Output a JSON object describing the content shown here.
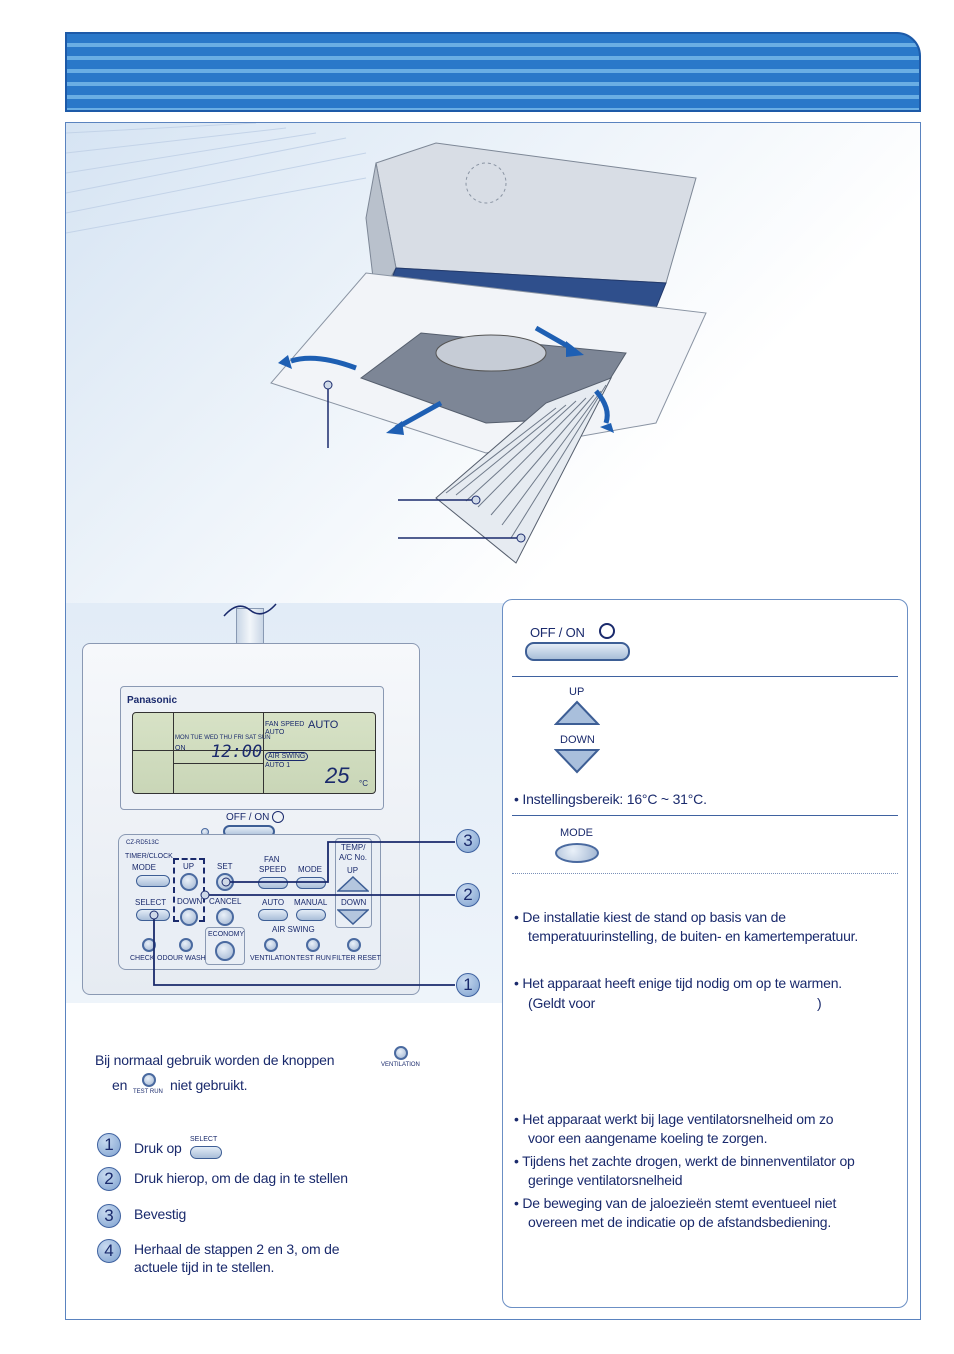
{
  "remote": {
    "brand": "Panasonic",
    "model": "CZ-RD513C",
    "lcd": {
      "days": "MON TUE WED THU  FRI  SAT  SUN",
      "on": "ON",
      "time": "12:00",
      "fan_speed": "FAN SPEED",
      "fan_auto": "AUTO",
      "mode_auto": "AUTO",
      "air_swing": "AIR SWING",
      "air_swing_val": "AUTO 1",
      "temp": "25",
      "unit": "°C"
    },
    "off_on": "OFF / ON",
    "timer_clock": "TIMER/CLOCK",
    "mode": "MODE",
    "select": "SELECT",
    "up": "UP",
    "down": "DOWN",
    "set": "SET",
    "cancel": "CANCEL",
    "fan": "FAN",
    "speed": "SPEED",
    "mode2": "MODE",
    "auto": "AUTO",
    "manual": "MANUAL",
    "air_swing": "AIR SWING",
    "temp": "TEMP/",
    "ac_no": "A/C No.",
    "temp_up": "UP",
    "temp_down": "DOWN",
    "economy": "ECONOMY",
    "check": "CHECK",
    "odour_wash": "ODOUR WASH",
    "ventilation": "VENTILATION",
    "test_run": "TEST RUN",
    "filter_reset": "FILTER RESET"
  },
  "callouts": [
    "3",
    "2",
    "1"
  ],
  "left_notes": {
    "bullet_line1": "Bij normaal gebruik worden de knoppen",
    "ventilation_small": "VENTILATION",
    "bullet_line2_a": "en",
    "test_run_small": "TEST RUN",
    "bullet_line2_b": "niet gebruikt.",
    "steps": [
      {
        "num": "1",
        "text": "Druk op",
        "sub": "SELECT"
      },
      {
        "num": "2",
        "text": "Druk hierop, om de dag in te stellen"
      },
      {
        "num": "3",
        "text": "Bevestig"
      },
      {
        "num": "4",
        "text": "Herhaal de stappen 2 en 3, om de",
        "text2": "actuele tijd in te stellen."
      }
    ]
  },
  "panel": {
    "off_on": "OFF / ON",
    "up": "UP",
    "down": "DOWN",
    "range": "•  Instellingsbereik: 16°C ~ 31°C.",
    "mode": "MODE",
    "b1_l1": "•  De installatie kiest de stand op basis van de",
    "b1_l2": "temperatuurinstelling, de buiten- en kamertemperatuur.",
    "b2_l1": "•  Het apparaat heeft enige tijd nodig om op te warmen.",
    "b2_l2": "(Geldt voor",
    "b2_l2_end": ")",
    "b3_l1": "•  Het apparaat werkt bij lage ventilatorsnelheid om zo",
    "b3_l2": "voor een aangename koeling te zorgen.",
    "b4_l1": "•  Tijdens het zachte drogen, werkt de binnenventilator op",
    "b4_l2": "geringe ventilatorsnelheid",
    "b5_l1": "•  De beweging van de jaloezieën stemt eventueel niet",
    "b5_l2": "overeen met de indicatie op de afstandsbediening."
  }
}
